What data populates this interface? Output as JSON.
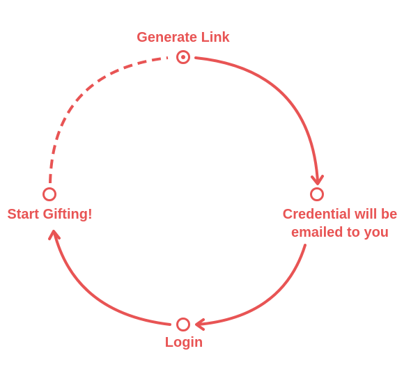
{
  "colors": {
    "accent": "#e85454",
    "background": "#ffffff"
  },
  "steps": [
    {
      "id": "generate",
      "label": "Generate Link",
      "marker": "target-circle-icon"
    },
    {
      "id": "credential",
      "label_lines": [
        "Credential will be",
        "emailed to you"
      ],
      "marker": "circle-icon"
    },
    {
      "id": "login",
      "label": "Login",
      "marker": "circle-icon"
    },
    {
      "id": "start",
      "label": "Start Gifting!",
      "marker": "circle-icon"
    }
  ],
  "connectors": [
    {
      "from": "generate",
      "to": "credential",
      "style": "solid",
      "arrow": "arrow-head-icon"
    },
    {
      "from": "credential",
      "to": "login",
      "style": "solid",
      "arrow": "arrow-head-icon"
    },
    {
      "from": "login",
      "to": "start",
      "style": "solid",
      "arrow": "arrow-head-icon"
    },
    {
      "from": "start",
      "to": "generate",
      "style": "dashed",
      "arrow": "none"
    }
  ]
}
